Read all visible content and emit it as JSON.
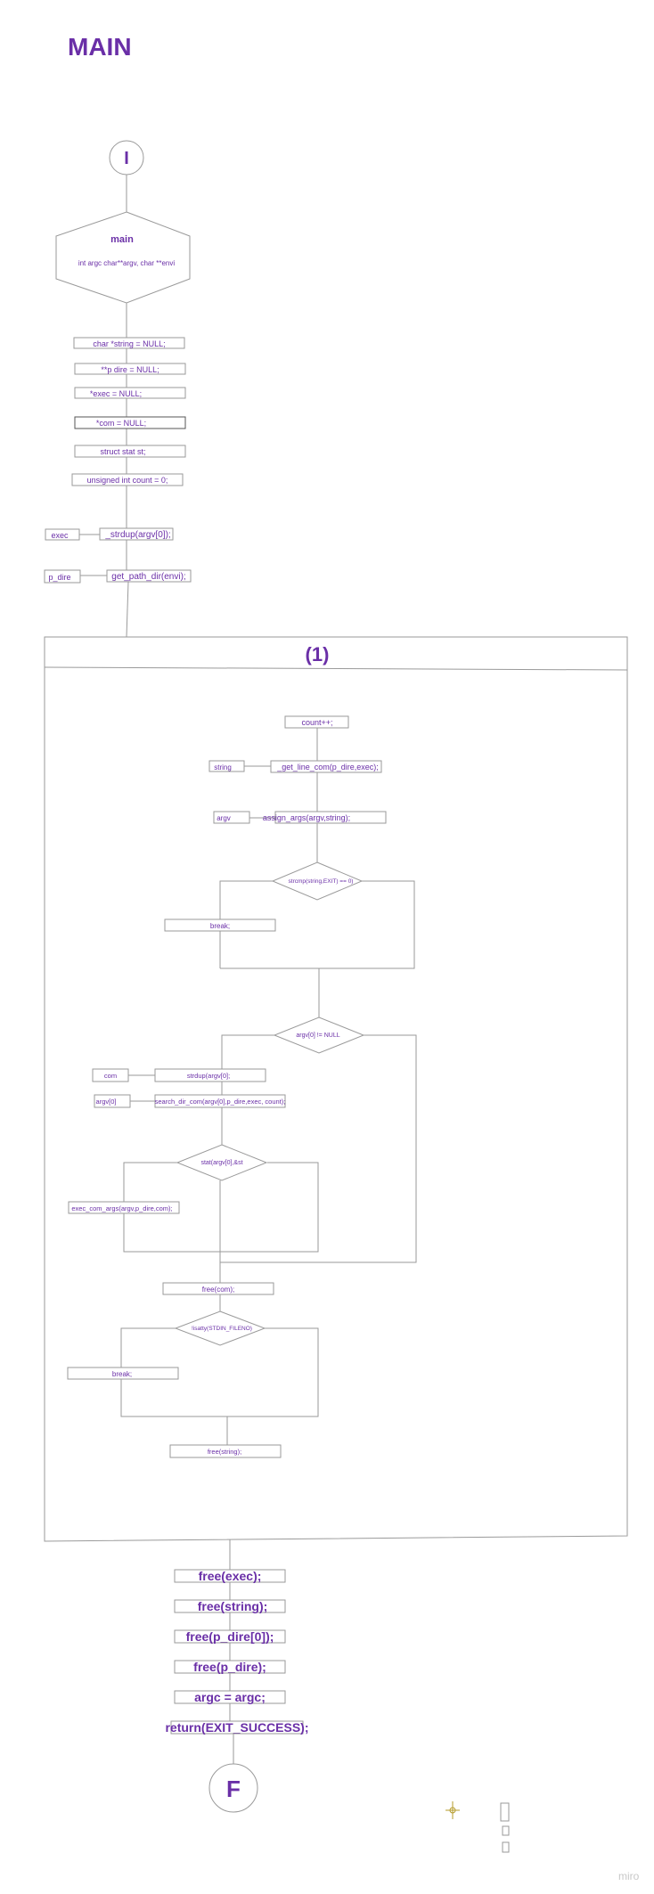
{
  "title": "MAIN",
  "start_node": "I",
  "end_node": "F",
  "main_block": {
    "name": "main",
    "params": "int argc   char**argv, char **envi"
  },
  "declarations": [
    "char *string = NULL;",
    "**p dire = NULL;",
    "*exec = NULL;",
    "*com = NULL;",
    "struct stat st;",
    "unsigned int count = 0;"
  ],
  "exec_label": "exec",
  "exec_call": "_strdup(argv[0]);",
  "pdire_label": "p_dire",
  "pdire_call": "get_path_dir(envi);",
  "loop_label": "(1)",
  "loop": {
    "count": "count++;",
    "string_label": "string",
    "getline": "_get_line_com(p_dire,exec);",
    "argv_label": "argv",
    "assign": "assign_args(argv,string);",
    "cond_exit": "strcmp(string,EXIT) == 0)",
    "break1": "break;",
    "cond_argv": "argv[0] != NULL",
    "com_label": "com",
    "strdup_argv": "strdup(argv[0];",
    "argv0_label": "argv[0]",
    "search": "search_dir_com(argv[0],p_dire,exec, count);",
    "cond_stat": "stat(argv[0],&st",
    "exec_com": "exec_com_args(argv,p_dire,com);",
    "free_com": "free(com);",
    "cond_isatty": "!isatty(STDIN_FILENO)",
    "break2": "break;",
    "free_string_inner": "free(string);"
  },
  "cleanup": [
    "free(exec);",
    "free(string);",
    "free(p_dire[0]);",
    "free(p_dire);",
    "argc = argc;",
    "return(EXIT_SUCCESS);"
  ],
  "watermark": "miro",
  "colors": {
    "text": "#6a2fa7",
    "line": "#9a9a9a"
  }
}
